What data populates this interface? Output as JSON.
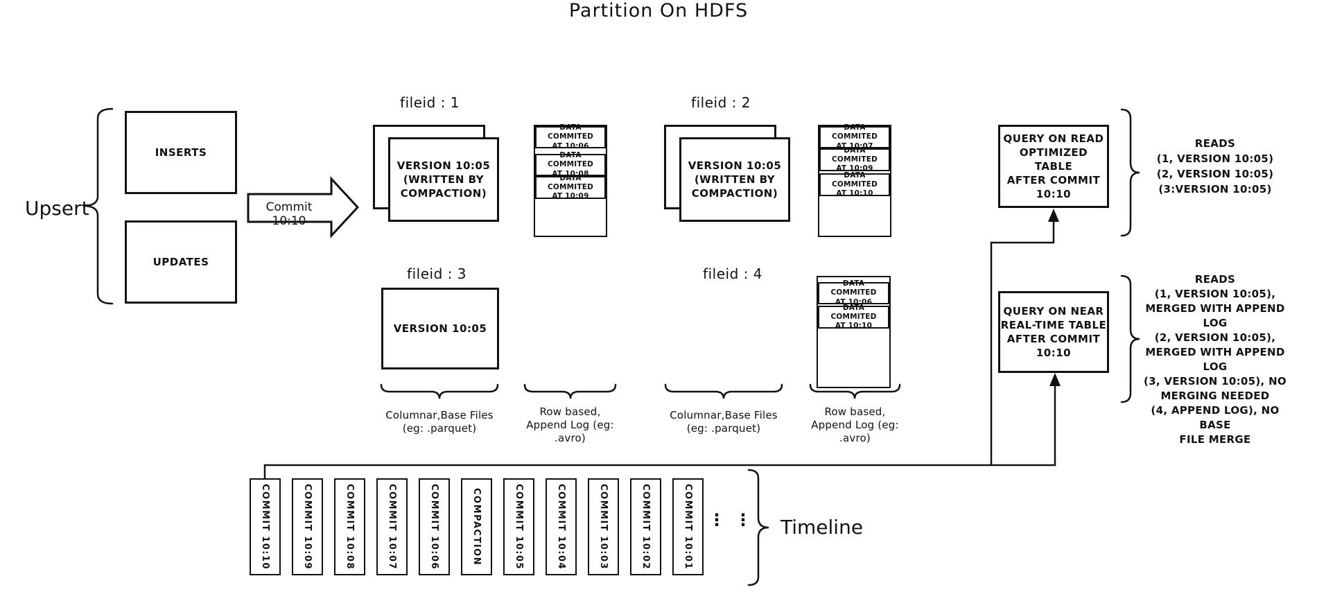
{
  "title": "Partition On HDFS",
  "colors": {
    "ink": "#111111",
    "paper": "#ffffff"
  },
  "upsert": {
    "label": "Upsert",
    "inserts": "INSERTS",
    "updates": "UPDATES"
  },
  "commit_arrow": {
    "label": "Commit 10:10"
  },
  "file_groups": [
    {
      "label": "fileid : 1",
      "base_text": "VERSION 10:05\n(WRITTEN BY\nCOMPACTION)",
      "log": [
        "DATA COMMITED\nAT 10:06",
        "DATA COMMITED\nAT 10:08",
        "DATA COMMITED\nAT 10:09"
      ]
    },
    {
      "label": "fileid : 2",
      "base_text": "VERSION 10:05\n(WRITTEN BY\nCOMPACTION)",
      "log": [
        "DATA COMMITED\nAT 10:07",
        "DATA COMMITED\nAT 10:09",
        "DATA COMMITED\nAT 10:10"
      ]
    },
    {
      "label": "fileid : 3",
      "base_text": "VERSION 10:05",
      "log": []
    },
    {
      "label": "fileid : 4",
      "base_text": "",
      "log": [
        "DATA COMMITED\nAT 10:06",
        "DATA COMMITED\nAT 10:10"
      ]
    }
  ],
  "column_labels": [
    "Columnar,Base Files\n(eg: .parquet)",
    "Row based,\nAppend Log  (eg:\n.avro)",
    "Columnar,Base Files\n(eg: .parquet)",
    "Row based,\nAppend Log  (eg:\n.avro)"
  ],
  "queries": [
    {
      "box_text": "QUERY ON READ\nOPTIMIZED TABLE\nAFTER COMMIT\n10:10",
      "reads_text": "READS\n(1, VERSION 10:05)\n(2, VERSION 10:05)\n(3:VERSION 10:05)"
    },
    {
      "box_text": "QUERY ON NEAR\nREAL-TIME TABLE\nAFTER COMMIT\n10:10",
      "reads_text": "READS\n(1, VERSION 10:05),\nMERGED WITH APPEND LOG\n(2, VERSION 10:05),\nMERGED WITH APPEND LOG\n(3, VERSION 10:05), NO\nMERGING NEEDED\n(4, APPEND LOG), NO BASE\nFILE MERGE"
    }
  ],
  "timeline": {
    "label": "Timeline",
    "ellipsis": "⋮",
    "entries": [
      "COMMIT 10:10",
      "COMMIT 10:09",
      "COMMIT 10:08",
      "COMMIT 10:07",
      "COMMIT 10:06",
      "COMPACTION",
      "COMMIT 10:05",
      "COMMIT 10:04",
      "COMMIT 10:03",
      "COMMIT 10:02",
      "COMMIT 10:01"
    ]
  }
}
